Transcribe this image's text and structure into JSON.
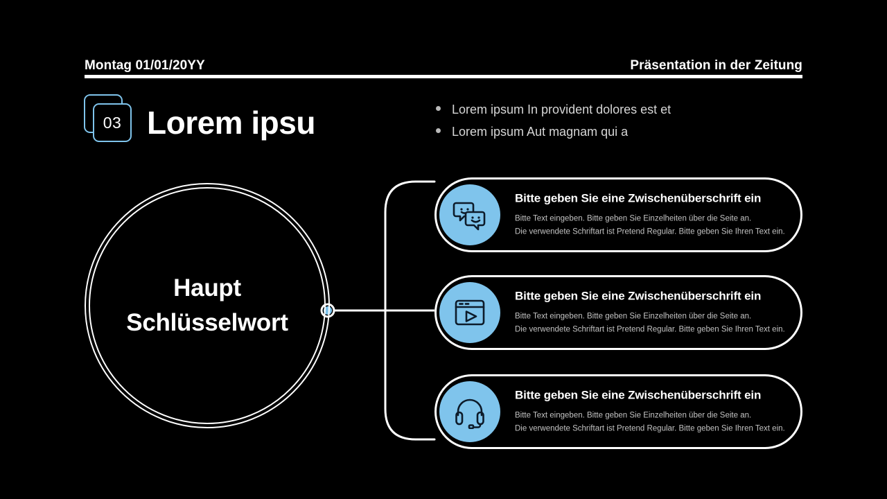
{
  "header": {
    "date": "Montag 01/01/20YY",
    "title": "Präsentation in der Zeitung"
  },
  "section": {
    "badge_number": "03",
    "title": "Lorem ipsu"
  },
  "bullets": [
    {
      "text": "Lorem ipsum In provident dolores est et"
    },
    {
      "text": "Lorem ipsum Aut magnam qui a"
    }
  ],
  "center": {
    "line1": "Haupt",
    "line2": "Schlüsselwort"
  },
  "cards": [
    {
      "icon": "chat-bubbles-icon",
      "heading": "Bitte geben Sie eine Zwischenüberschrift ein",
      "line1": "Bitte Text eingeben. Bitte geben Sie Einzelheiten über die Seite an.",
      "line2": "Die verwendete Schriftart ist Pretend Regular. Bitte geben Sie Ihren Text ein."
    },
    {
      "icon": "video-window-icon",
      "heading": "Bitte geben Sie eine Zwischenüberschrift ein",
      "line1": "Bitte Text eingeben. Bitte geben Sie Einzelheiten über die Seite an.",
      "line2": "Die verwendete Schriftart ist Pretend Regular. Bitte geben Sie Ihren Text ein."
    },
    {
      "icon": "headset-icon",
      "heading": "Bitte geben Sie eine Zwischenüberschrift ein",
      "line1": "Bitte Text eingeben. Bitte geben Sie Einzelheiten über die Seite an.",
      "line2": "Die verwendete Schriftart ist Pretend Regular. Bitte geben Sie Ihren Text ein."
    }
  ],
  "colors": {
    "background": "#000000",
    "accent_blue": "#7fc4ec",
    "line_white": "#ffffff",
    "body_text": "#c3c3c3"
  }
}
